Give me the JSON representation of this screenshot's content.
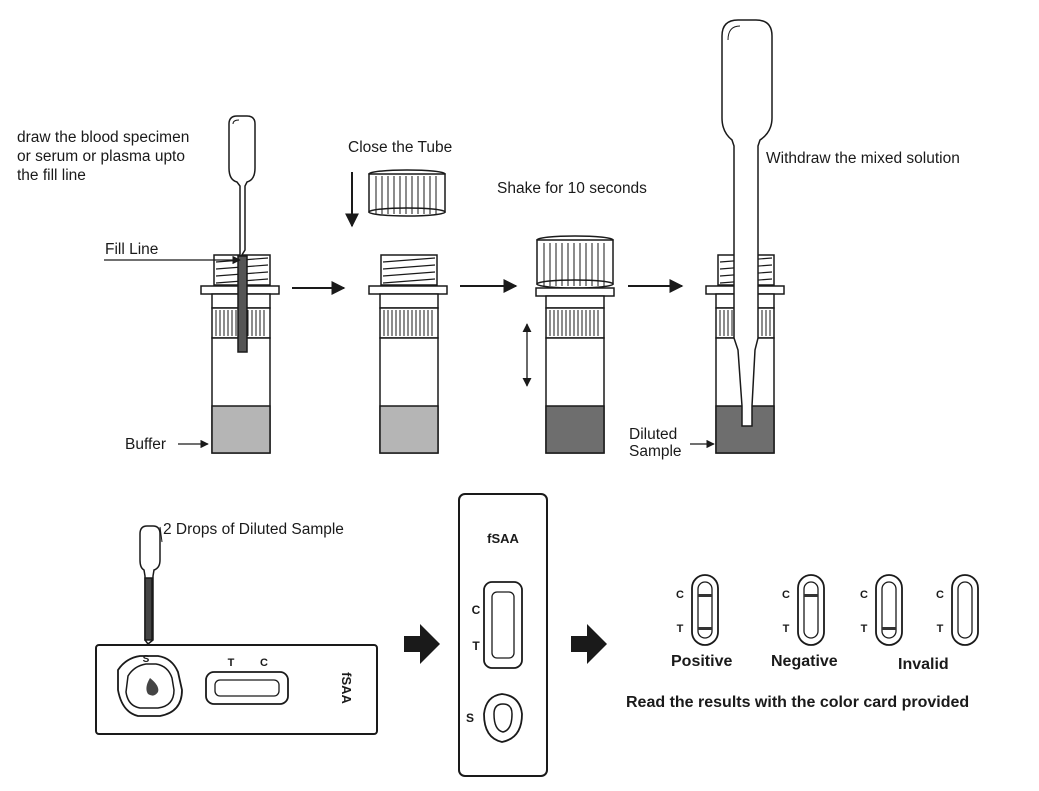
{
  "steps": {
    "draw_instruction": [
      "draw the blood specimen",
      "or serum or plasma upto",
      "the fill line"
    ],
    "fill_line": "Fill Line",
    "buffer": "Buffer",
    "close_tube": "Close the Tube",
    "shake": "Shake for 10 seconds",
    "withdraw": "Withdraw the mixed solution",
    "diluted_sample": [
      "Diluted",
      "Sample"
    ]
  },
  "cassette": {
    "drops_instruction": "2 Drops of Diluted Sample",
    "brand": "fSAA",
    "sample_mark": "S",
    "test_mark": "T",
    "control_mark": "C"
  },
  "results": {
    "control_mark": "C",
    "test_mark": "T",
    "items": [
      {
        "label": "Positive",
        "control_line": true,
        "test_line": true
      },
      {
        "label": "Negative",
        "control_line": true,
        "test_line": false
      },
      {
        "label": "Invalid",
        "control_line": false,
        "test_line": true
      },
      {
        "label": "Invalid",
        "control_line": false,
        "test_line": false
      }
    ],
    "invalid_label": "Invalid",
    "footer": "Read the results with the color card provided"
  },
  "colors": {
    "stroke": "#1a1a1a",
    "buffer_light": "#b5b5b5",
    "buffer_dark": "#6e6e6e",
    "line_color": "#333333"
  }
}
